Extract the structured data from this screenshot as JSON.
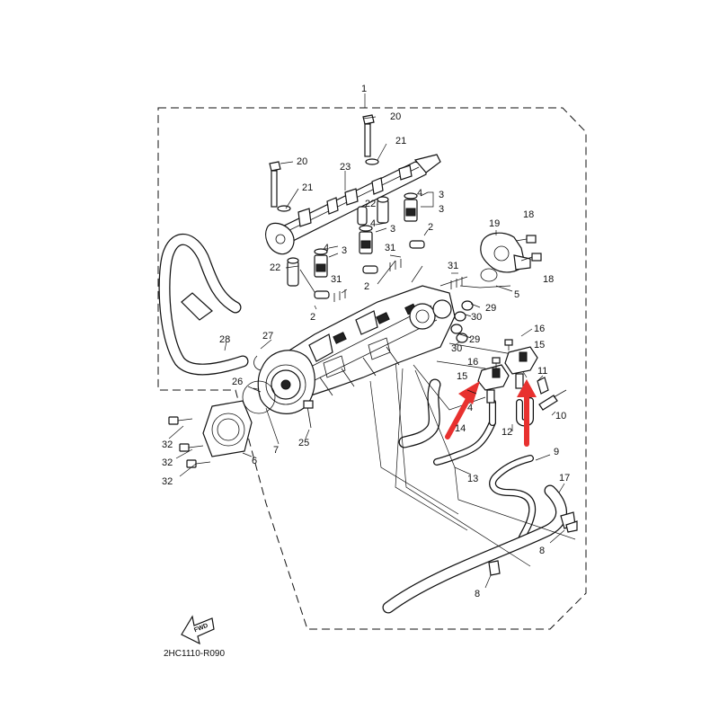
{
  "diagram_code": "2HC1110-R090",
  "fwd_label": "FWD",
  "accent_color": "#e8312f",
  "callouts": [
    {
      "id": "c1",
      "text": "1"
    },
    {
      "id": "c20a",
      "text": "20"
    },
    {
      "id": "c21a",
      "text": "21"
    },
    {
      "id": "c20b",
      "text": "20"
    },
    {
      "id": "c23",
      "text": "23"
    },
    {
      "id": "c21b",
      "text": "21"
    },
    {
      "id": "c4a",
      "text": "4"
    },
    {
      "id": "c3a",
      "text": "3"
    },
    {
      "id": "c3b",
      "text": "3"
    },
    {
      "id": "c22a",
      "text": "22"
    },
    {
      "id": "c4b",
      "text": "4"
    },
    {
      "id": "c3c",
      "text": "3"
    },
    {
      "id": "c2a",
      "text": "2"
    },
    {
      "id": "c4c",
      "text": "4"
    },
    {
      "id": "c3d",
      "text": "3"
    },
    {
      "id": "c31a",
      "text": "31"
    },
    {
      "id": "c19",
      "text": "19"
    },
    {
      "id": "c18a",
      "text": "18"
    },
    {
      "id": "c18b",
      "text": "18"
    },
    {
      "id": "c22b",
      "text": "22"
    },
    {
      "id": "c31b",
      "text": "31"
    },
    {
      "id": "c2b",
      "text": "2"
    },
    {
      "id": "c31c",
      "text": "31"
    },
    {
      "id": "c5",
      "text": "5"
    },
    {
      "id": "c29a",
      "text": "29"
    },
    {
      "id": "c2c",
      "text": "2"
    },
    {
      "id": "c30a",
      "text": "30"
    },
    {
      "id": "c29b",
      "text": "29"
    },
    {
      "id": "c30b",
      "text": "30"
    },
    {
      "id": "c16a",
      "text": "16"
    },
    {
      "id": "c15a",
      "text": "15"
    },
    {
      "id": "c16b",
      "text": "16"
    },
    {
      "id": "c28",
      "text": "28"
    },
    {
      "id": "c27",
      "text": "27"
    },
    {
      "id": "c15b",
      "text": "15"
    },
    {
      "id": "c11",
      "text": "11"
    },
    {
      "id": "c26",
      "text": "26"
    },
    {
      "id": "c4d",
      "text": "4"
    },
    {
      "id": "c10",
      "text": "10"
    },
    {
      "id": "c12",
      "text": "12"
    },
    {
      "id": "c14",
      "text": "14"
    },
    {
      "id": "c32a",
      "text": "32"
    },
    {
      "id": "c25",
      "text": "25"
    },
    {
      "id": "c7",
      "text": "7"
    },
    {
      "id": "c9",
      "text": "9"
    },
    {
      "id": "c6",
      "text": "6"
    },
    {
      "id": "c32b",
      "text": "32"
    },
    {
      "id": "c13",
      "text": "13"
    },
    {
      "id": "c17",
      "text": "17"
    },
    {
      "id": "c32c",
      "text": "32"
    },
    {
      "id": "c8a",
      "text": "8"
    },
    {
      "id": "c8b",
      "text": "8"
    }
  ]
}
